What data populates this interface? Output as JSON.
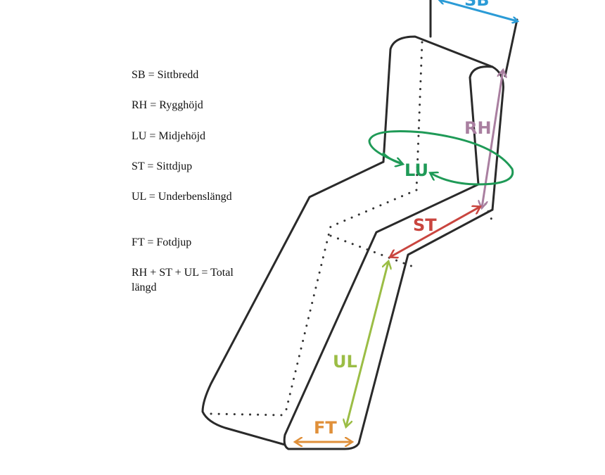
{
  "legend": {
    "sb": "SB = Sittbredd",
    "rh": "RH = Rygghöjd",
    "lu": " LU = Midjehöjd",
    "st": "ST = Sittdjup",
    "ul": "UL = Underbenslängd",
    "ft": " FT = Fotdjup",
    "total": "RH + ST + UL = Total längd"
  },
  "labels": {
    "sb": "SB",
    "rh": "RH",
    "lu": "LU",
    "st": "ST",
    "ul": "UL",
    "ft": "FT"
  },
  "colors": {
    "outline": "#2a2a2a",
    "sb": "#2b9bd6",
    "rh": "#a97fa0",
    "lu": "#1f9a57",
    "st": "#c9453f",
    "ul": "#9bbd45",
    "ft": "#e0903a"
  }
}
